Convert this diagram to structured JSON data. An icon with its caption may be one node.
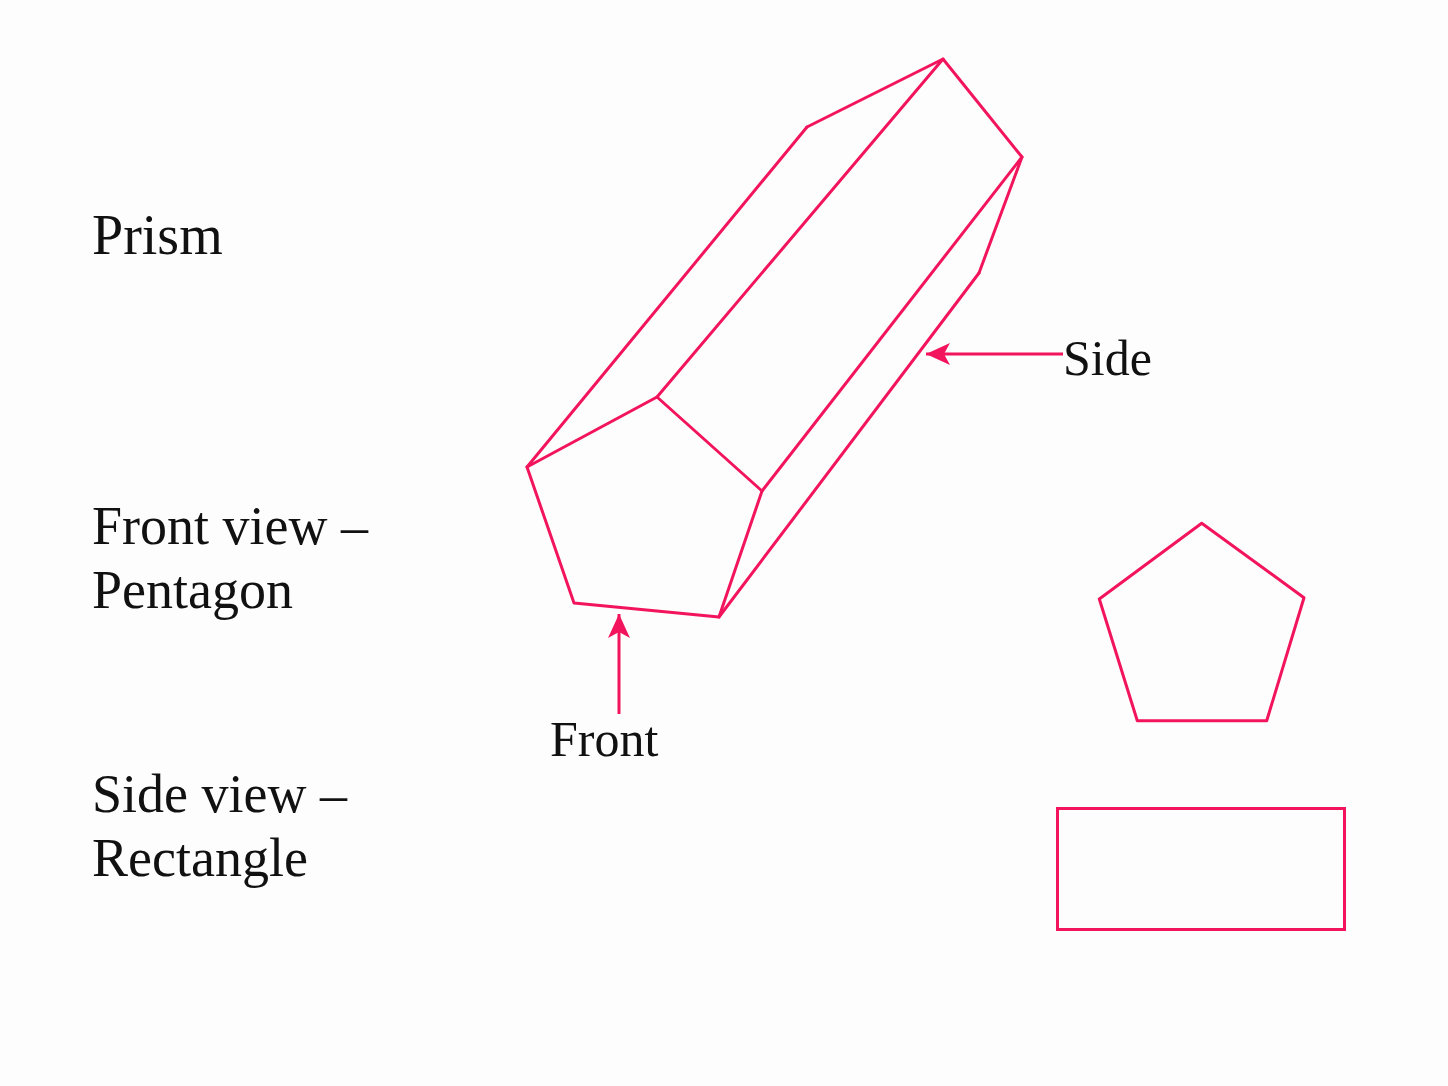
{
  "diagram": {
    "nodes": [
      {
        "text": [
          "Side"
        ]
      },
      {
        "text": [],
        "shape": "pentagon"
      },
      {
        "text": [
          "Front"
        ]
      },
      {
        "text": [],
        "shape": "box"
      }
    ],
    "edges": [
      {
        "from": 0,
        "to": null,
        "arrow": "to"
      },
      {
        "from": 2,
        "to": null,
        "arrow": "to"
      }
    ],
    "labels": [
      "Prism",
      "Front view – Pentagon",
      "Side view – Rectangle"
    ]
  }
}
